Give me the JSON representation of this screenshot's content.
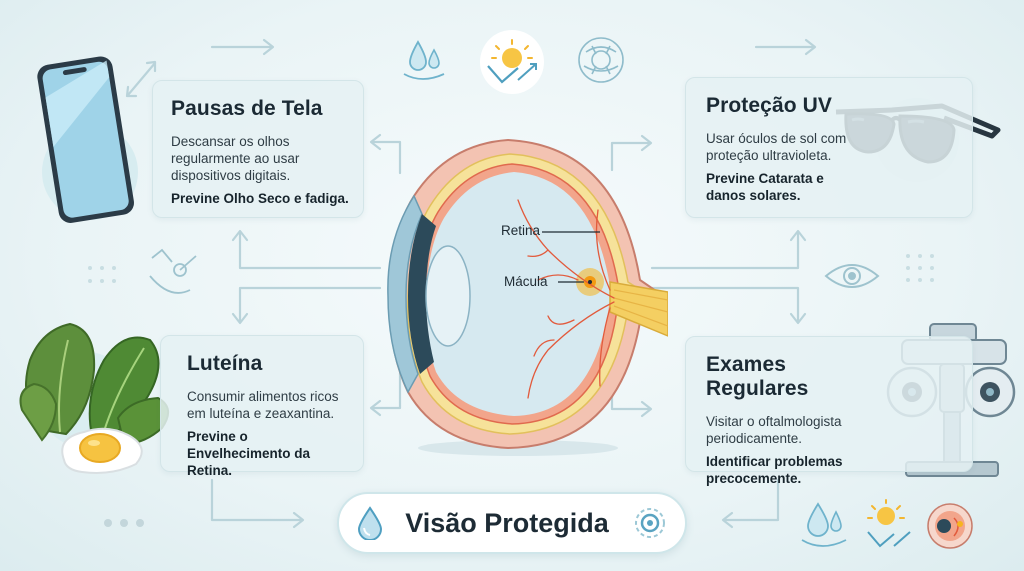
{
  "cards": {
    "tela": {
      "title": "Pausas de Tela",
      "description": "Descansar os olhos regularmente ao usar dispositivos digitais.",
      "benefit": "Previne Olho Seco e fadiga."
    },
    "uv": {
      "title": "Proteção UV",
      "description": "Usar óculos de sol com proteção ultravioleta.",
      "benefit": "Previne Catarata e danos solares."
    },
    "luteina": {
      "title": "Luteína",
      "description": "Consumir alimentos ricos em luteína e zeaxantina.",
      "benefit": "Previne o Envelhecimento da Retina."
    },
    "exames": {
      "title": "Exames Regulares",
      "description": "Visitar o oftalmologista periodicamente.",
      "benefit": "Identificar problemas precocemente."
    }
  },
  "eye": {
    "retina_label": "Retina",
    "macula_label": "Mácula"
  },
  "footer": {
    "title": "Visão Protegida"
  },
  "icons": [
    "smartphone-icon",
    "sunglasses-icon",
    "leafy-greens-icon",
    "egg-icon",
    "phoropter-icon",
    "water-drop-icon",
    "sun-icon",
    "eye-icon",
    "iris-icon",
    "arrow-icon",
    "dots-icon"
  ],
  "colors": {
    "accent": "#3a9ac0",
    "card_bg": "#e5f1f3",
    "macula": "#f7b41f",
    "vessels": "#e25a3c",
    "optic_nerve": "#f3cf63"
  }
}
